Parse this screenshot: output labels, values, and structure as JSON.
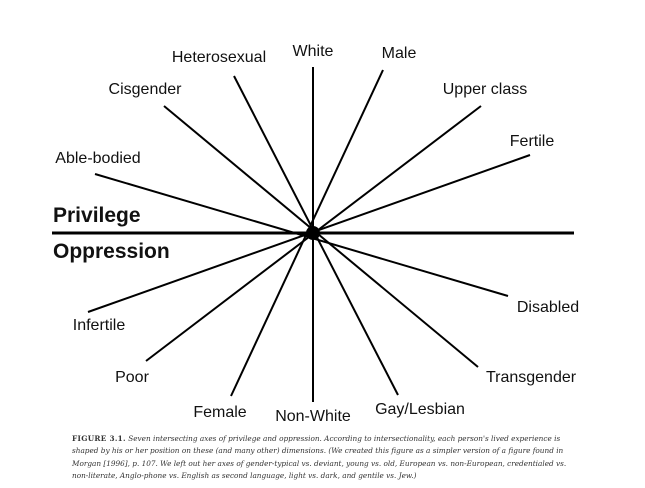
{
  "diagram": {
    "privilege_label": "Privilege",
    "oppression_label": "Oppression",
    "axes": [
      {
        "privilege": "White",
        "oppression": "Non-White"
      },
      {
        "privilege": "Male",
        "oppression": "Female"
      },
      {
        "privilege": "Upper class",
        "oppression": "Poor"
      },
      {
        "privilege": "Fertile",
        "oppression": "Infertile"
      },
      {
        "privilege": "Able-bodied",
        "oppression": "Disabled"
      },
      {
        "privilege": "Cisgender",
        "oppression": "Transgender"
      },
      {
        "privilege": "Heterosexual",
        "oppression": "Gay/Lesbian"
      }
    ]
  },
  "caption": {
    "figure_number": "FIGURE 3.1.",
    "text": "Seven intersecting axes of privilege and oppression. According to intersectionality, each person's lived experience is shaped by his or her position on these (and many other) dimensions. (We created this figure as a simpler version of a figure found in Morgan [1996], p. 107. We left out her axes of gender-typical vs. deviant, young vs. old, European vs. non-European, credentialed vs. non-literate, Anglo-phone vs. English as second language, light vs. dark, and gentile vs. Jew.)"
  }
}
